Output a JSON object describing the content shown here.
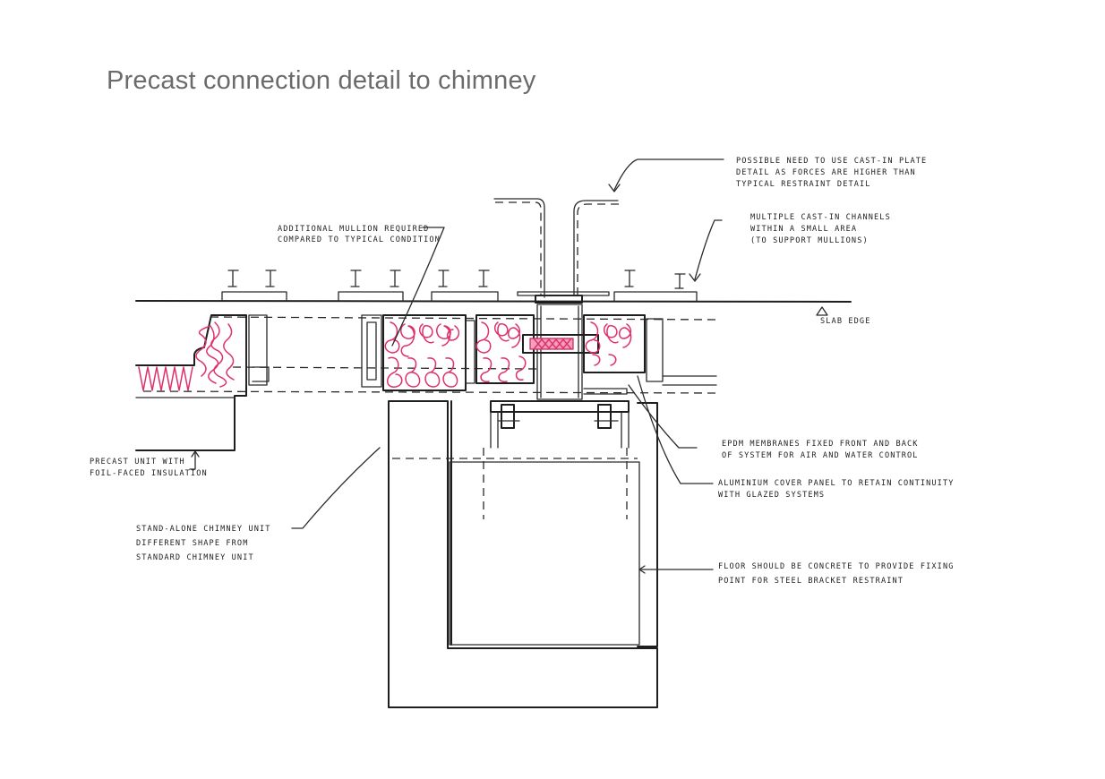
{
  "title": "Precast connection detail to chimney",
  "annotations": {
    "cast_in_plate": [
      "POSSIBLE NEED TO USE CAST-IN PLATE",
      "DETAIL AS FORCES ARE HIGHER THAN",
      "TYPICAL RESTRAINT DETAIL"
    ],
    "channels": [
      "MULTIPLE CAST-IN CHANNELS",
      "WITHIN A SMALL AREA",
      "(TO SUPPORT MULLIONS)"
    ],
    "mullion": [
      "ADDITIONAL MULLION REQUIRED",
      "COMPARED TO TYPICAL CONDITION"
    ],
    "slab_edge": "SLAB EDGE",
    "precast": [
      "PRECAST UNIT WITH",
      "FOIL-FACED INSULATION"
    ],
    "epdm": [
      "EPDM MEMBRANES FIXED FRONT AND BACK",
      "OF SYSTEM FOR AIR AND WATER CONTROL"
    ],
    "cover_panel": [
      "ALUMINIUM COVER PANEL TO RETAIN CONTINUITY",
      "WITH GLAZED SYSTEMS"
    ],
    "chimney": [
      "STAND-ALONE CHIMNEY UNIT",
      "DIFFERENT SHAPE FROM",
      "STANDARD CHIMNEY UNIT"
    ],
    "floor": [
      "FLOOR SHOULD BE CONCRETE TO PROVIDE FIXING",
      "POINT FOR STEEL BRACKET RESTRAINT"
    ]
  },
  "colors": {
    "ink": "#1e1e1e",
    "insulation": "#e0306a",
    "title": "#6b6b6b"
  }
}
